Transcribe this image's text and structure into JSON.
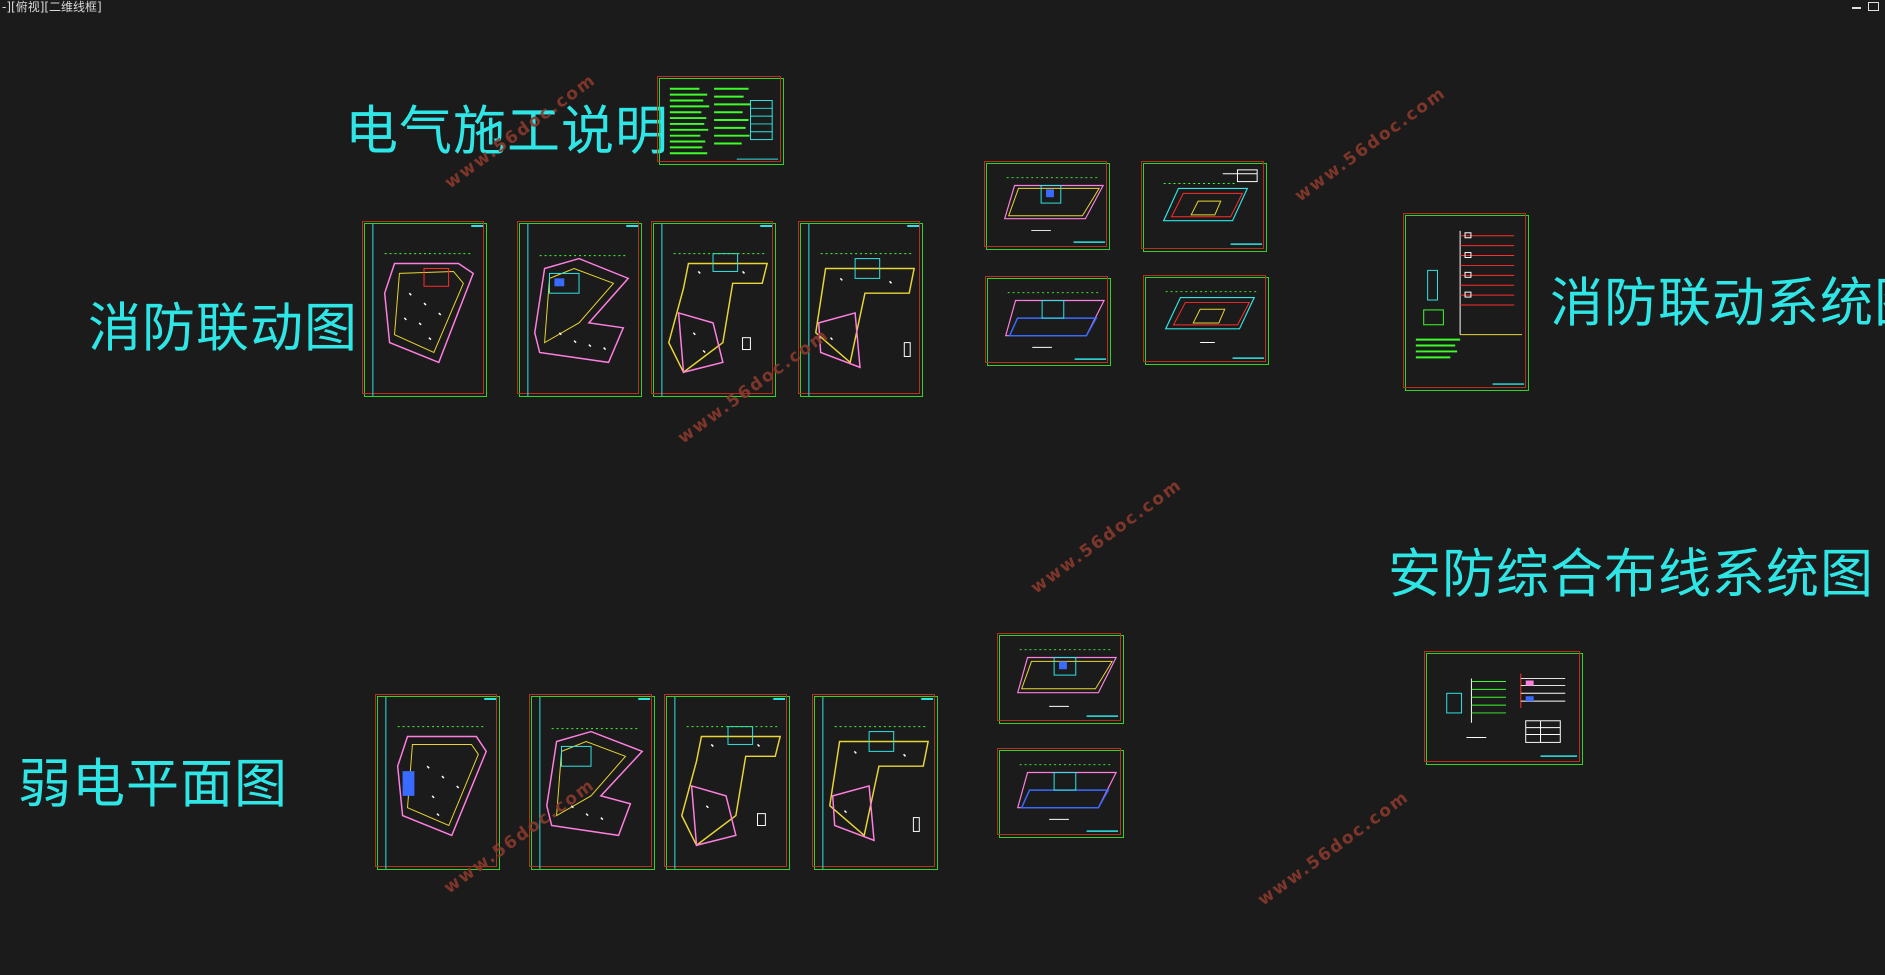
{
  "viewport": {
    "label": "-][俯视][二维线框]"
  },
  "headings": {
    "electrical_notes": "电气施工说明",
    "fire_linkage": "消防联动图",
    "fire_system": "消防联动系统图",
    "security_cabling": "安防综合布线系统图",
    "weak_current_plan": "弱电平面图"
  },
  "watermark": "www.56doc.com",
  "colors": {
    "background": "#1b1b1b",
    "heading": "#2ee6e6",
    "sheet_frame": "#35d125",
    "sheet_border_red": "#b5301d",
    "watermark": "#8a3a2c"
  }
}
